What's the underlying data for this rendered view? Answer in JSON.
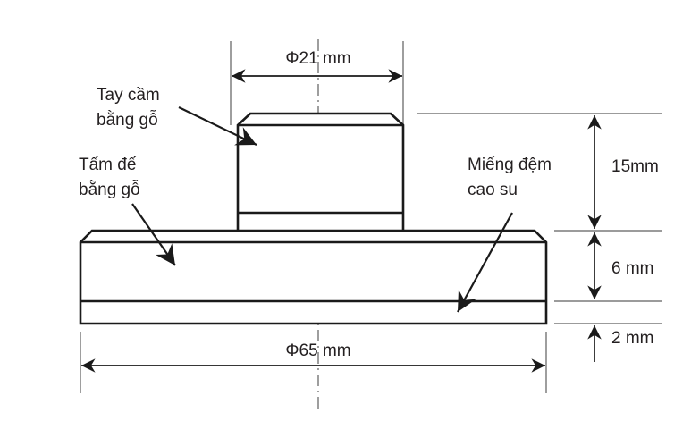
{
  "drawing": {
    "title": "Cross-section of wooden handle tool with base plate and rubber pad",
    "background_color": "#ffffff",
    "line_color": "#1a1a1a",
    "thin_line_color": "#8d8d8d",
    "dimensions": {
      "handle_diameter": "Φ21 mm",
      "base_diameter": "Φ65 mm",
      "handle_height": "15mm",
      "base_thickness": "6 mm",
      "pad_thickness": "2 mm"
    },
    "callouts": {
      "handle_line1": "Tay cầm",
      "handle_line2": "bằng gỗ",
      "base_line1": "Tấm đế",
      "base_line2": "bằng gỗ",
      "pad_line1": "Miếng đệm",
      "pad_line2": "cao su"
    },
    "parts": [
      {
        "name": "handle",
        "material": "wood",
        "label": "Tay cầm bằng gỗ",
        "diameter_mm": 21,
        "height_mm": 15
      },
      {
        "name": "base-plate",
        "material": "wood",
        "label": "Tấm đế bằng gỗ",
        "diameter_mm": 65,
        "thickness_mm": 6
      },
      {
        "name": "rubber-pad",
        "material": "rubber",
        "label": "Miếng đệm cao su",
        "diameter_mm": 65,
        "thickness_mm": 2
      }
    ]
  }
}
